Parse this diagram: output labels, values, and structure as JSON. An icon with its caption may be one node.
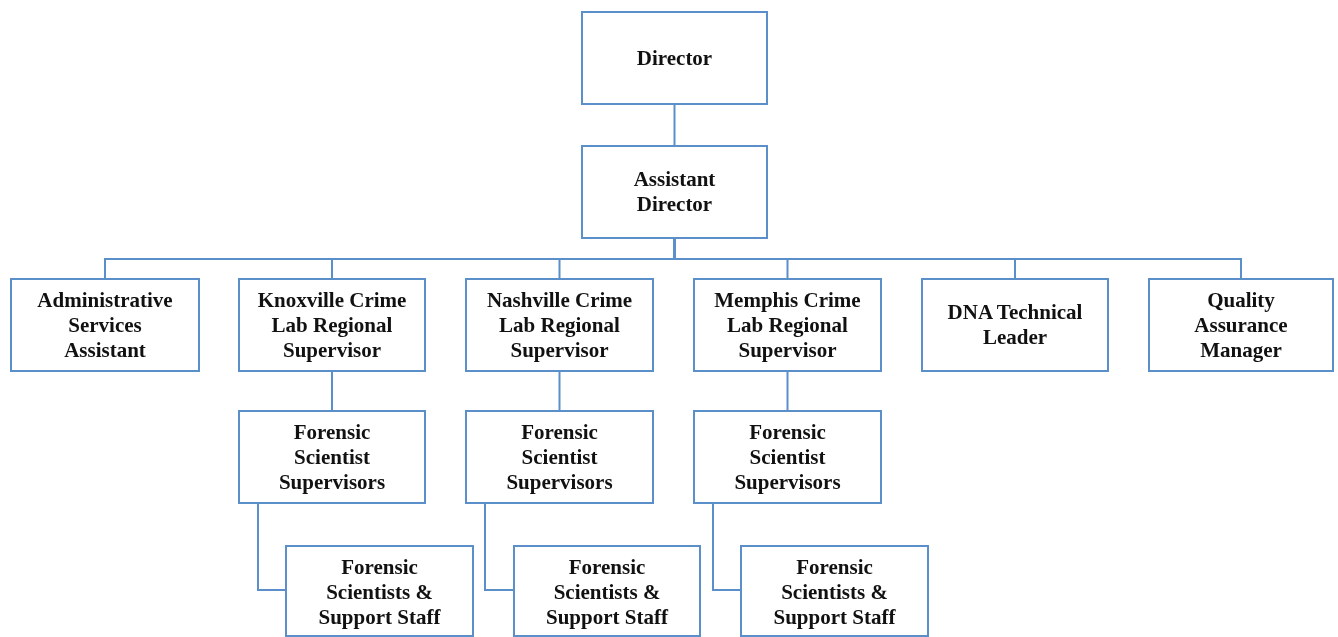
{
  "diagram": {
    "nodes": [
      {
        "text": [
          "Director"
        ]
      },
      {
        "text": [
          "Assistant Director"
        ]
      },
      {
        "text": [
          "Administrative Services Assistant"
        ]
      },
      {
        "text": [
          "Knoxville Crime Lab Regional Supervisor"
        ]
      },
      {
        "text": [
          "Nashville Crime Lab Regional Supervisor"
        ]
      },
      {
        "text": [
          "Memphis Crime Lab Regional Supervisor"
        ]
      },
      {
        "text": [
          "DNA Technical Leader"
        ]
      },
      {
        "text": [
          "Quality Assurance Manager"
        ]
      },
      {
        "text": [
          "Forensic Scientist Supervisors"
        ]
      },
      {
        "text": [
          "Forensic Scientist Supervisors"
        ]
      },
      {
        "text": [
          "Forensic Scientist Supervisors"
        ]
      },
      {
        "text": [
          "Forensic Scientists & Support Staff"
        ]
      },
      {
        "text": [
          "Forensic Scientists & Support Staff"
        ]
      },
      {
        "text": [
          "Forensic Scientists & Support Staff"
        ]
      }
    ],
    "edges": [
      {
        "from": 0,
        "to": 1,
        "arrow": "none"
      },
      {
        "from": 1,
        "to": 2,
        "arrow": "none"
      },
      {
        "from": 1,
        "to": 3,
        "arrow": "none"
      },
      {
        "from": 1,
        "to": 4,
        "arrow": "none"
      },
      {
        "from": 1,
        "to": 5,
        "arrow": "none"
      },
      {
        "from": 1,
        "to": 6,
        "arrow": "none"
      },
      {
        "from": 1,
        "to": 7,
        "arrow": "none"
      },
      {
        "from": 3,
        "to": 8,
        "arrow": "none"
      },
      {
        "from": 4,
        "to": 9,
        "arrow": "none"
      },
      {
        "from": 5,
        "to": 10,
        "arrow": "none"
      },
      {
        "from": 8,
        "to": 11,
        "arrow": "none"
      },
      {
        "from": 9,
        "to": 12,
        "arrow": "none"
      },
      {
        "from": 10,
        "to": 13,
        "arrow": "none"
      }
    ]
  }
}
